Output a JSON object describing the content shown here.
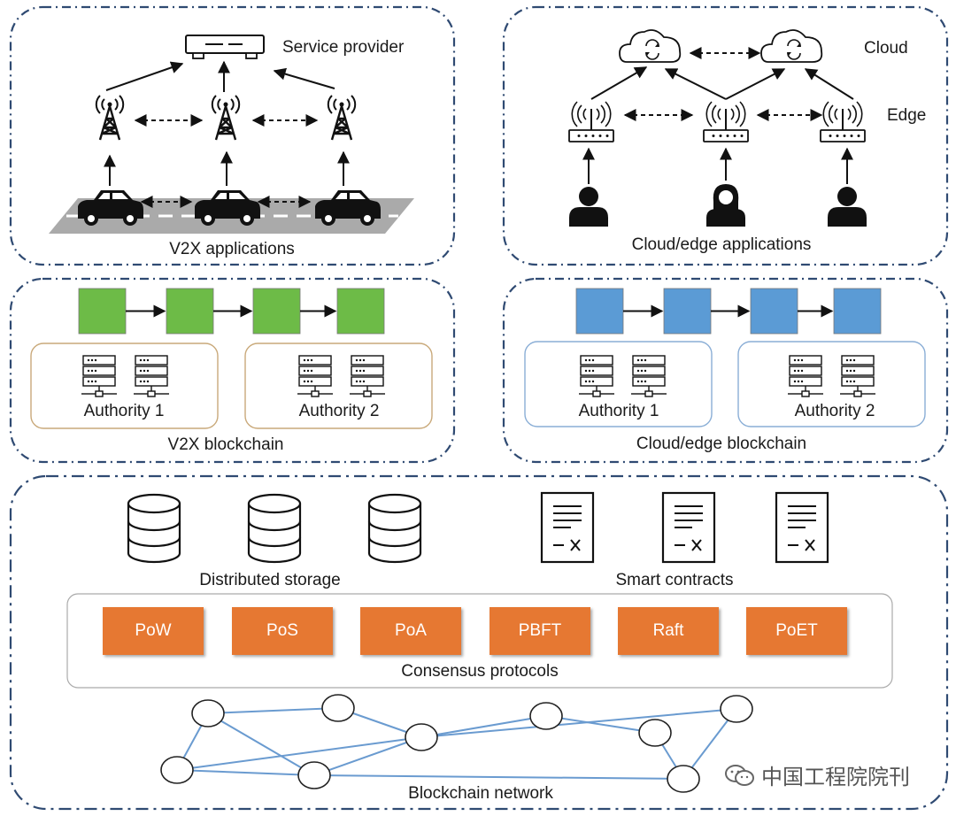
{
  "v2x_applications": {
    "title": "V2X applications",
    "service_provider_label": "Service provider"
  },
  "cloud_edge_applications": {
    "title": "Cloud/edge applications",
    "cloud_label": "Cloud",
    "edge_label": "Edge"
  },
  "v2x_blockchain": {
    "title": "V2X blockchain",
    "authorities": [
      "Authority 1",
      "Authority 2"
    ],
    "block_color": "#6dbb47"
  },
  "cloud_edge_blockchain": {
    "title": "Cloud/edge blockchain",
    "authorities": [
      "Authority 1",
      "Authority 2"
    ],
    "block_color": "#5b9bd5"
  },
  "infrastructure": {
    "distributed_storage_label": "Distributed storage",
    "smart_contracts_label": "Smart contracts",
    "consensus_title": "Consensus protocols",
    "consensus_protocols": [
      "PoW",
      "PoS",
      "PoA",
      "PBFT",
      "Raft",
      "PoET"
    ],
    "consensus_color": "#e67832",
    "network_title": "Blockchain network"
  },
  "colors": {
    "frame_dash": "#2f4a72",
    "network_edge": "#6a9bd0",
    "authority_v2x_border": "#c9a97a",
    "authority_cloud_border": "#8aaed6"
  },
  "watermark": "中国工程院院刊"
}
